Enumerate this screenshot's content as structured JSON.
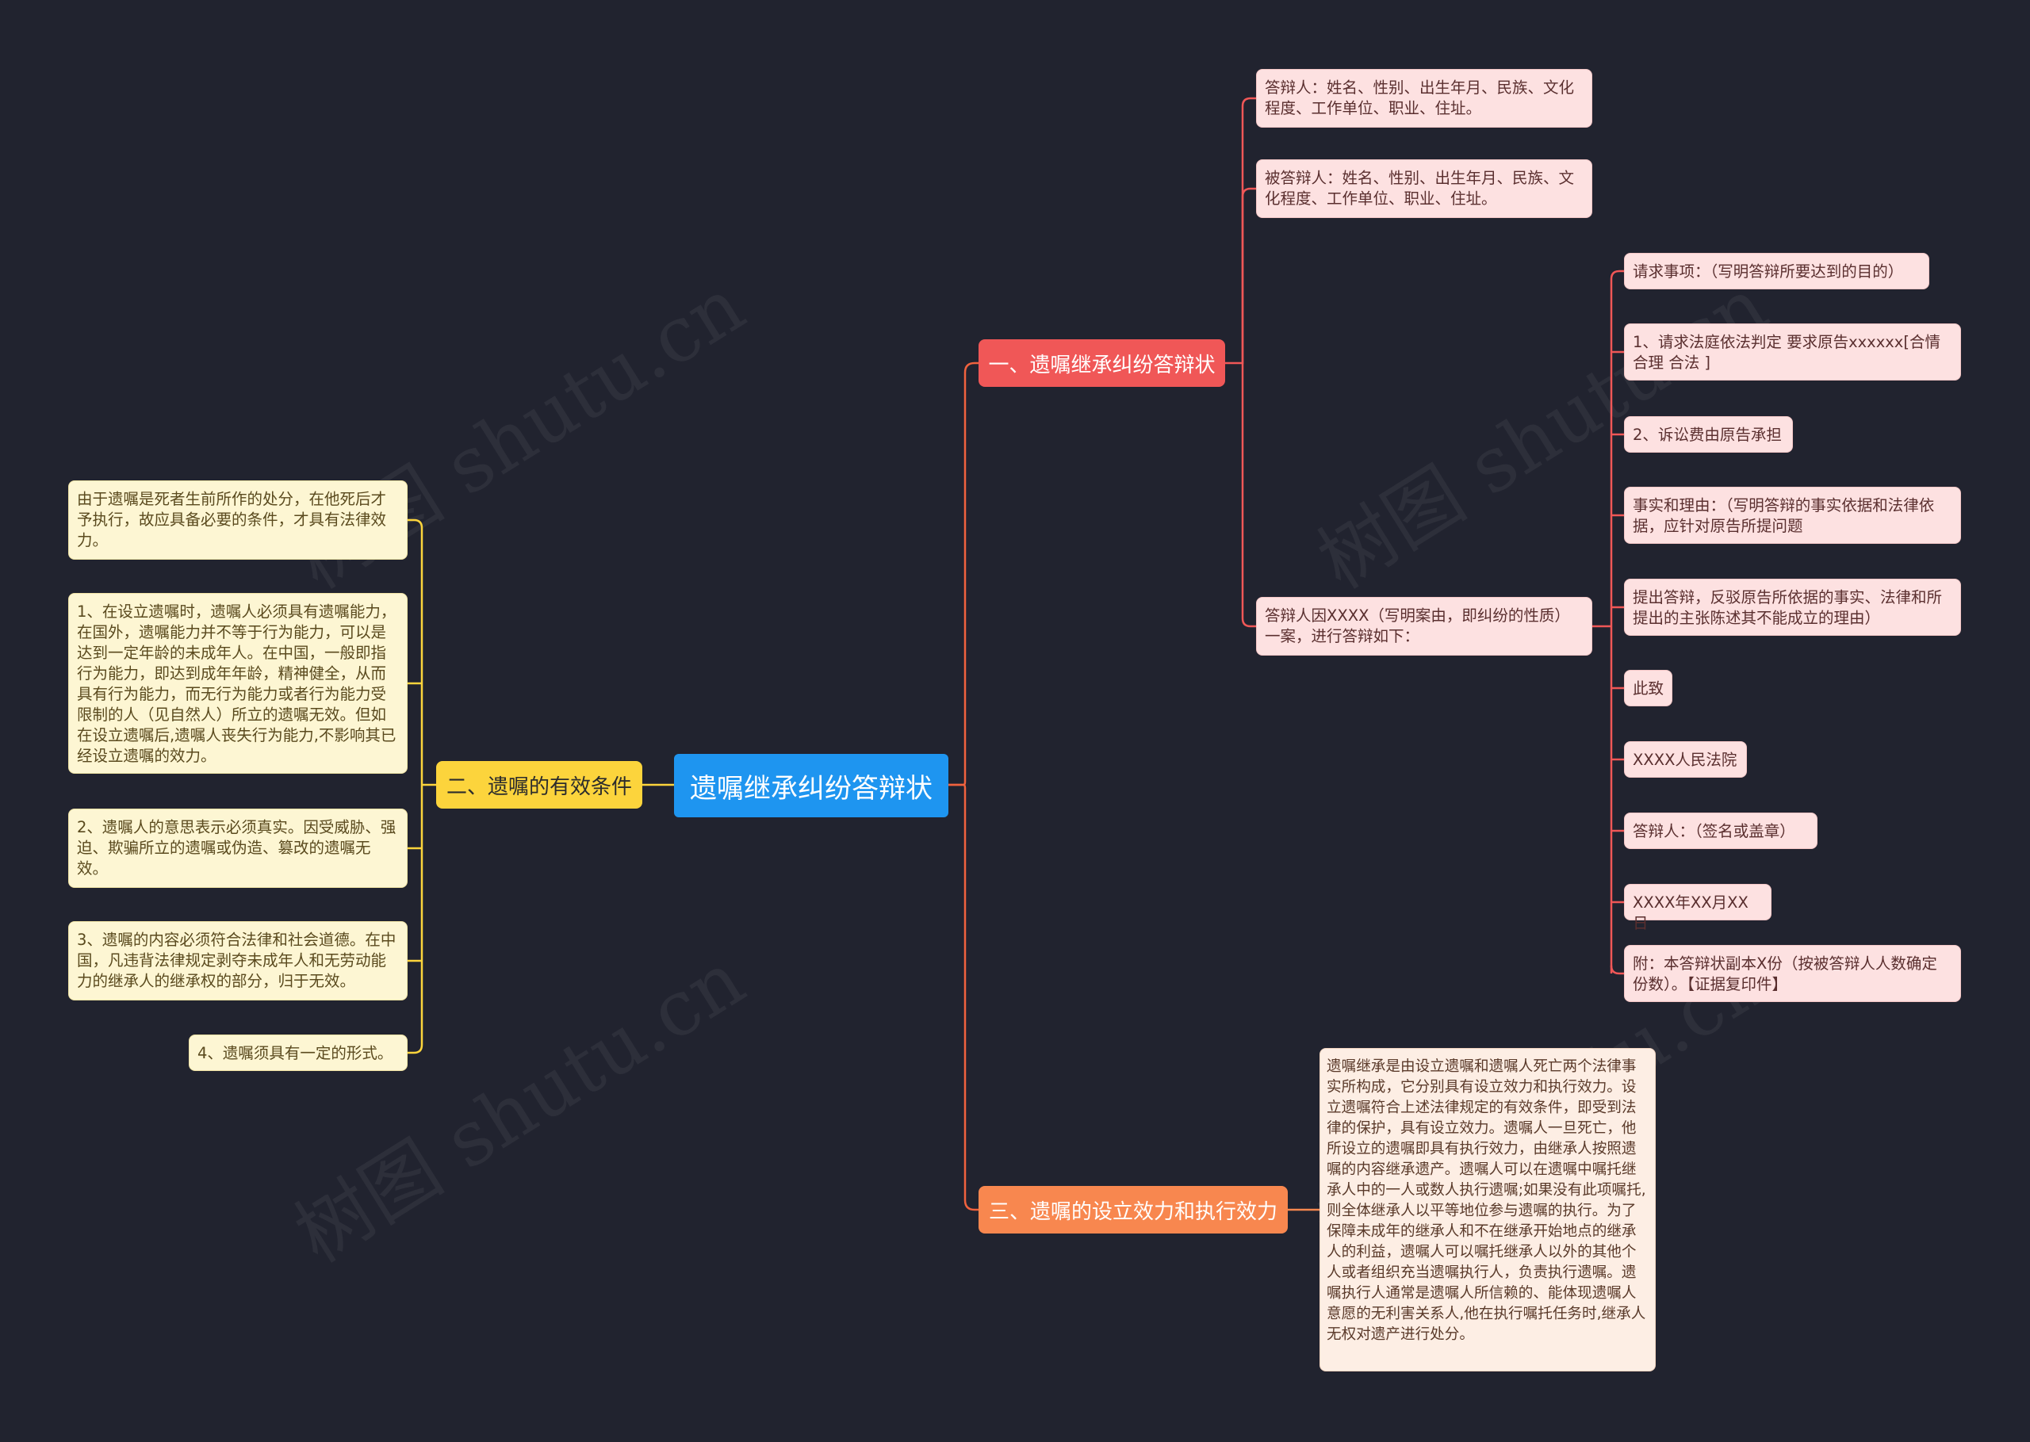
{
  "root": {
    "title": "遗嘱继承纠纷答辩状"
  },
  "branch1": {
    "title": "一、遗嘱继承纠纷答辩状",
    "items": [
      "答辩人：姓名、性别、出生年月、民族、文化程度、工作单位、职业、住址。",
      "被答辩人：姓名、性别、出生年月、民族、文化程度、工作单位、职业、住址。",
      "答辩人因XXXX（写明案由，即纠纷的性质）一案，进行答辩如下："
    ],
    "sub_items": [
      "请求事项：（写明答辩所要达到的目的）",
      "1、请求法庭依法判定 要求原告xxxxxx[合情合理 合法 ]",
      "2、诉讼费由原告承担",
      "事实和理由：（写明答辩的事实依据和法律依据，应针对原告所提问题",
      "提出答辩，反驳原告所依据的事实、法律和所提出的主张陈述其不能成立的理由）",
      "此致",
      "XXXX人民法院",
      "答辩人：（签名或盖章）",
      "XXXX年XX月XX日",
      "附：本答辩状副本X份（按被答辩人人数确定份数）。【证据复印件】"
    ]
  },
  "branch2": {
    "title": "二、遗嘱的有效条件",
    "items": [
      "由于遗嘱是死者生前所作的处分，在他死后才予执行，故应具备必要的条件，才具有法律效力。",
      "1、在设立遗嘱时，遗嘱人必须具有遗嘱能力，在国外，遗嘱能力并不等于行为能力，可以是达到一定年龄的未成年人。在中国，一般即指行为能力，即达到成年年龄，精神健全，从而具有行为能力，而无行为能力或者行为能力受限制的人（见自然人）所立的遗嘱无效。但如在设立遗嘱后,遗嘱人丧失行为能力,不影响其已经设立遗嘱的效力。",
      "2、遗嘱人的意思表示必须真实。因受威胁、强迫、欺骗所立的遗嘱或伪造、篡改的遗嘱无效。",
      "3、遗嘱的内容必须符合法律和社会道德。在中国，凡违背法律规定剥夺未成年人和无劳动能力的继承人的继承权的部分，归于无效。",
      "4、遗嘱须具有一定的形式。"
    ]
  },
  "branch3": {
    "title": "三、遗嘱的设立效力和执行效力",
    "items": [
      "遗嘱继承是由设立遗嘱和遗嘱人死亡两个法律事实所构成，它分别具有设立效力和执行效力。设立遗嘱符合上述法律规定的有效条件，即受到法律的保护，具有设立效力。遗嘱人一旦死亡，他所设立的遗嘱即具有执行效力，由继承人按照遗嘱的内容继承遗产。遗嘱人可以在遗嘱中嘱托继承人中的一人或数人执行遗嘱;如果没有此项嘱托,则全体继承人以平等地位参与遗嘱的执行。为了保障未成年的继承人和不在继承开始地点的继承人的利益，遗嘱人可以嘱托继承人以外的其他个人或者组织充当遗嘱执行人，负责执行遗嘱。遗嘱执行人通常是遗嘱人所信赖的、能体现遗嘱人意愿的无利害关系人,他在执行嘱托任务时,继承人无权对遗产进行处分。"
    ]
  },
  "watermark": "树图 shutu.cn",
  "colors": {
    "background": "#21232f",
    "root": "#1e95f0",
    "branch1": "#f05757",
    "branch2": "#fcd43c",
    "branch3": "#f8874f",
    "link_root": "#f0623e",
    "link_branch1": "#f05757",
    "link_branch2": "#fcd43c",
    "link_branch3": "#f8874f"
  }
}
